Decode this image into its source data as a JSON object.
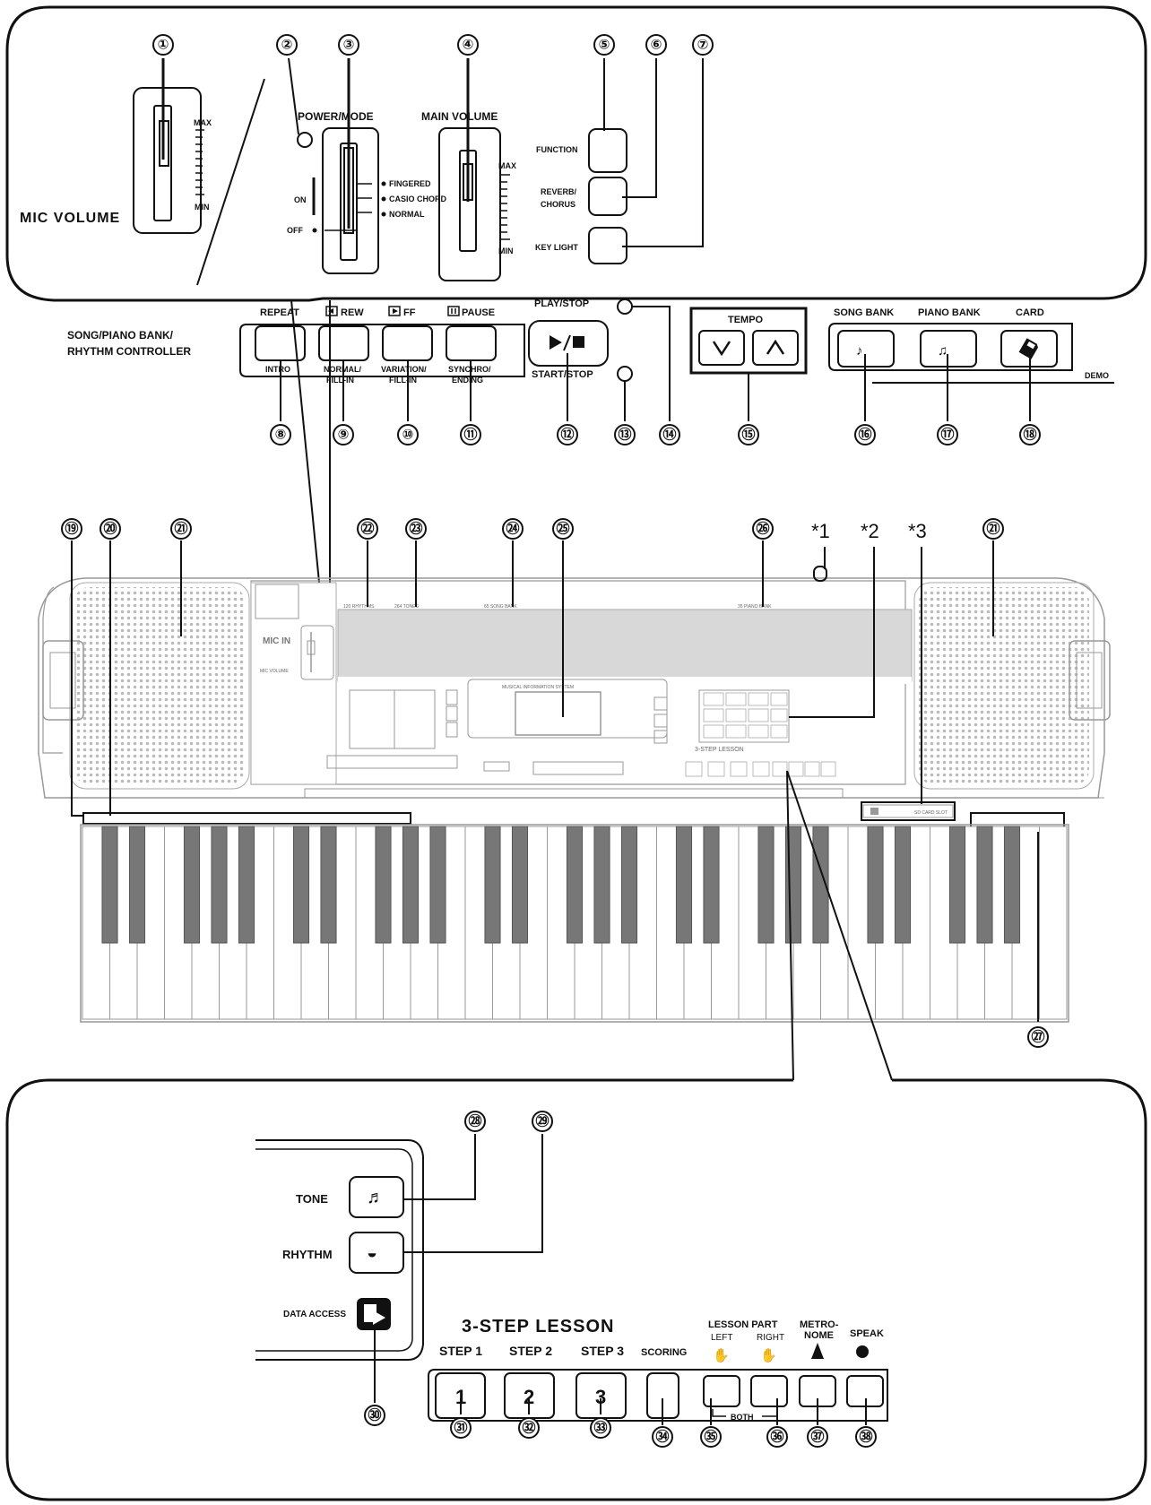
{
  "top_panel": {
    "mic_volume": "MIC VOLUME",
    "power_mode": "POWER/MODE",
    "main_volume": "MAIN VOLUME",
    "max": "MAX",
    "min": "MIN",
    "on": "ON",
    "off": "OFF",
    "modes": [
      "FINGERED",
      "CASIO CHORD",
      "NORMAL"
    ],
    "function": "FUNCTION",
    "reverb_chorus_1": "REVERB/",
    "reverb_chorus_2": "CHORUS",
    "key_light": "KEY LIGHT",
    "controller_1": "SONG/PIANO BANK/",
    "controller_2": "RHYTHM CONTROLLER",
    "repeat": "REPEAT",
    "rew": "REW",
    "ff": "FF",
    "pause": "PAUSE",
    "play_stop": "PLAY/STOP",
    "start_stop": "START/STOP",
    "intro": "INTRO",
    "normal_fill_1": "NORMAL/",
    "normal_fill_2": "FILL-IN",
    "variation_fill_1": "VARIATION/",
    "variation_fill_2": "FILL-IN",
    "synchro_ending_1": "SYNCHRO/",
    "synchro_ending_2": "ENDING",
    "tempo": "TEMPO",
    "song_bank": "SONG BANK",
    "piano_bank": "PIANO BANK",
    "card": "CARD",
    "demo": "DEMO"
  },
  "keyboard": {
    "rhythms": "120 RHYTHMS",
    "tones": "264 TONES",
    "song_bank": "65 SONG BANK",
    "piano_bank": "35 PIANO BANK",
    "mic_in": "MIC IN",
    "mic_volume": "MIC VOLUME",
    "card_slot": "SD CARD SLOT",
    "mis": "MUSICAL INFORMATION SYSTEM",
    "three_step": "3-STEP LESSON"
  },
  "bottom_panel": {
    "tone": "TONE",
    "rhythm": "RHYTHM",
    "data_access": "DATA ACCESS",
    "three_step_lesson": "3-STEP LESSON",
    "step1": "STEP 1",
    "step2": "STEP 2",
    "step3": "STEP 3",
    "scoring": "SCORING",
    "lesson_part": "LESSON PART",
    "left": "LEFT",
    "right": "RIGHT",
    "metronome_1": "METRO-",
    "metronome_2": "NOME",
    "speak": "SPEAK",
    "both": "BOTH",
    "key1": "1",
    "key2": "2",
    "key3": "3"
  },
  "callouts": [
    "①",
    "②",
    "③",
    "④",
    "⑤",
    "⑥",
    "⑦",
    "⑧",
    "⑨",
    "⑩",
    "⑪",
    "⑫",
    "⑬",
    "⑭",
    "⑮",
    "⑯",
    "⑰",
    "⑱",
    "⑲",
    "⑳",
    "㉑",
    "㉒",
    "㉓",
    "㉔",
    "㉕",
    "㉖",
    "㉗",
    "㉘",
    "㉙",
    "㉚",
    "㉛",
    "㉜",
    "㉝",
    "㉞",
    "㉟",
    "㊱",
    "㊲",
    "㊳"
  ],
  "asterisks": [
    "*1",
    "*2",
    "*3"
  ]
}
